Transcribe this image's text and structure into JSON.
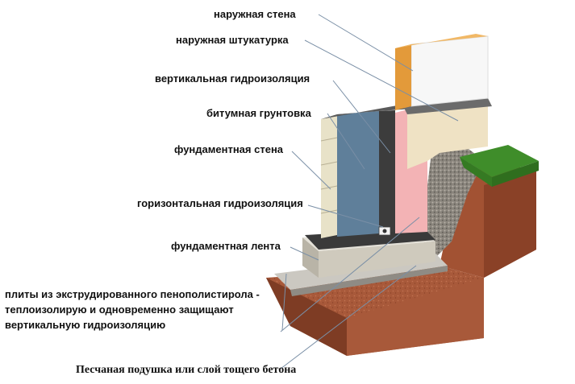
{
  "labels": {
    "outer_wall": "наружная стена",
    "outer_plaster": "наружная штукатурка",
    "vertical_waterproofing": "вертикальная гидроизоляция",
    "bitumen_primer": "битумная грунтовка",
    "foundation_wall": "фундаментная стена",
    "horizontal_waterproofing": "горизонтальная гидроизоляция",
    "foundation_strip": "фундаментная лента",
    "insulation_boards": "плиты из экструдированного пенополистирола - теплоизолирую и одновременно защищают вертикальную гидроизоляцию",
    "sand_cushion": "Песчаная подушка или слой тощего бетона"
  },
  "colors": {
    "soil": "#a8593a",
    "soil_dark": "#7e3c24",
    "insulation_pink": "#f3b3b5",
    "waterproof_blue": "#5f7f9a",
    "plaster": "#efe2c4",
    "wall_white": "#f7f7f7",
    "wood": "#e39a3a",
    "concrete": "#d9d6cc",
    "grass": "#3f8d2a",
    "leader_line": "#7a8fa6"
  }
}
